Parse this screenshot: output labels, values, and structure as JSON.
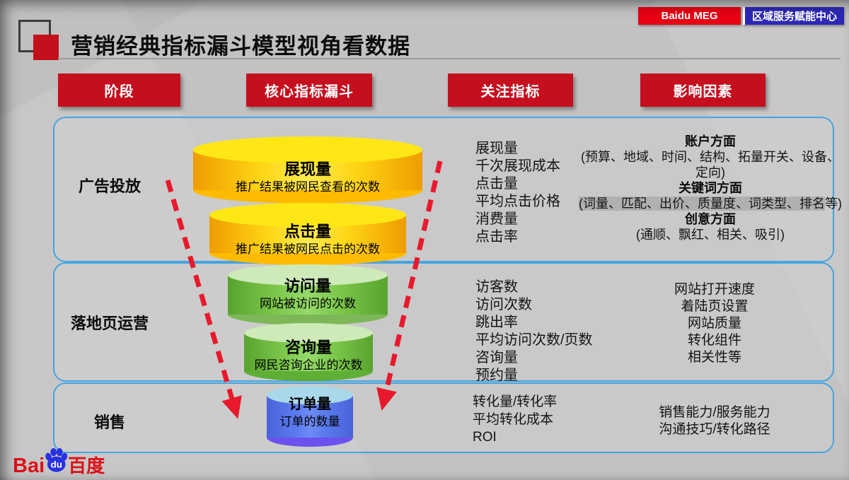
{
  "badges": {
    "left": "Baidu MEG",
    "right": "区域服务赋能中心"
  },
  "title": "营销经典指标漏斗模型视角看数据",
  "column_headers": [
    "阶段",
    "核心指标漏斗",
    "关注指标",
    "影响因素"
  ],
  "colors": {
    "header_red": "#c50f1f",
    "badge_red": "#e80013",
    "badge_blue": "#2d28b5",
    "section_border_blue": "#46a4e0",
    "arrow_red": "#e8192c",
    "funnel_yellow": "#ffd615",
    "funnel_green": "#7cc74b",
    "funnel_blue": "#5b7cf0",
    "keyword_highlight_gray": "#b0b0b0",
    "baidu_red": "#de0f17",
    "baidu_blue": "#2932e1"
  },
  "sections": [
    {
      "stage": "广告投放",
      "discs": [
        {
          "title": "展现量",
          "desc": "推广结果被网民查看的次数"
        },
        {
          "title": "点击量",
          "desc": "推广结果被网民点击的次数"
        }
      ],
      "metrics": [
        "展现量",
        "千次展现成本",
        "点击量",
        "平均点击价格",
        "消费量",
        "点击率"
      ],
      "factors": [
        {
          "heading": "账户方面",
          "detail": "(预算、地域、时间、结构、拓量开关、设备、定向)",
          "tail": ""
        },
        {
          "heading": "关键词方面",
          "detail": "(词量、匹配、出价、质量度、词类型、排名",
          "tail": "等)"
        },
        {
          "heading": "创意方面",
          "detail": "(通顺、飘红、相关、吸引)",
          "tail": ""
        }
      ]
    },
    {
      "stage": "落地页运营",
      "discs": [
        {
          "title": "访问量",
          "desc": "网站被访问的次数"
        },
        {
          "title": "咨询量",
          "desc": "网民咨询企业的次数"
        }
      ],
      "metrics": [
        "访客数",
        "访问次数",
        "跳出率",
        "平均访问次数/页数",
        "咨询量",
        "预约量"
      ],
      "factors_plain": [
        "网站打开速度",
        "着陆页设置",
        "网站质量",
        "转化组件",
        "相关性等"
      ]
    },
    {
      "stage": "销售",
      "discs": [
        {
          "title": "订单量",
          "desc": "订单的数量"
        }
      ],
      "metrics": [
        "转化量/转化率",
        "平均转化成本",
        "ROI"
      ],
      "factors_plain": [
        "销售能力/服务能力",
        "沟通技巧/转化路径"
      ]
    }
  ],
  "footer_logo": {
    "bai": "Bai",
    "du": "du",
    "cn": "百度"
  }
}
